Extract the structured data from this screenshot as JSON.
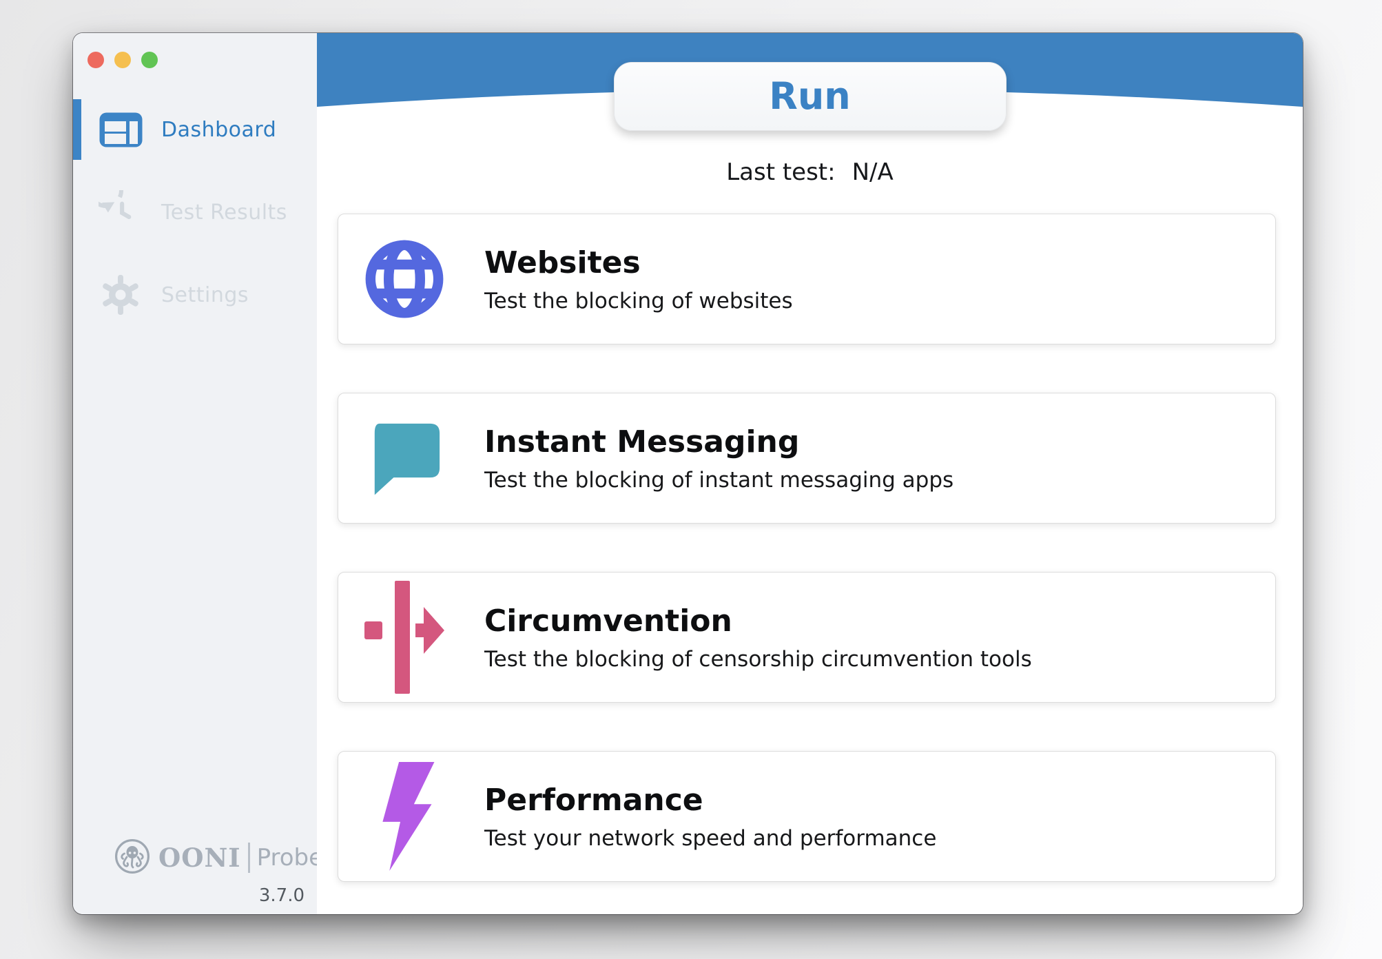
{
  "window": {
    "traffic_lights": {
      "close": "#ed6a5e",
      "minimize": "#f5bf4f",
      "zoom": "#61c454"
    }
  },
  "sidebar": {
    "items": [
      {
        "label": "Dashboard",
        "icon": "dashboard-icon",
        "active": true
      },
      {
        "label": "Test Results",
        "icon": "history-icon",
        "active": false
      },
      {
        "label": "Settings",
        "icon": "gear-icon",
        "active": false
      }
    ],
    "logo": {
      "brand": "OONI",
      "product": "Probe",
      "version": "3.7.0"
    }
  },
  "header": {
    "run_label": "Run",
    "last_test_label": "Last test:",
    "last_test_value": "N/A"
  },
  "cards": [
    {
      "title": "Websites",
      "subtitle": "Test the blocking of websites",
      "icon": "globe-icon",
      "color": "#5468df"
    },
    {
      "title": "Instant Messaging",
      "subtitle": "Test the blocking of instant messaging apps",
      "icon": "chat-bubble-icon",
      "color": "#4ba6bc"
    },
    {
      "title": "Circumvention",
      "subtitle": "Test the blocking of censorship circumvention tools",
      "icon": "arrow-through-wall-icon",
      "color": "#d4577e"
    },
    {
      "title": "Performance",
      "subtitle": "Test your network speed and performance",
      "icon": "lightning-bolt-icon",
      "color": "#b45ae6"
    }
  ],
  "colors": {
    "header_blue": "#3e82c0",
    "accent_blue": "#3c84c6",
    "inactive_gray": "#d2d8de",
    "logo_gray": "#a7afb9"
  }
}
